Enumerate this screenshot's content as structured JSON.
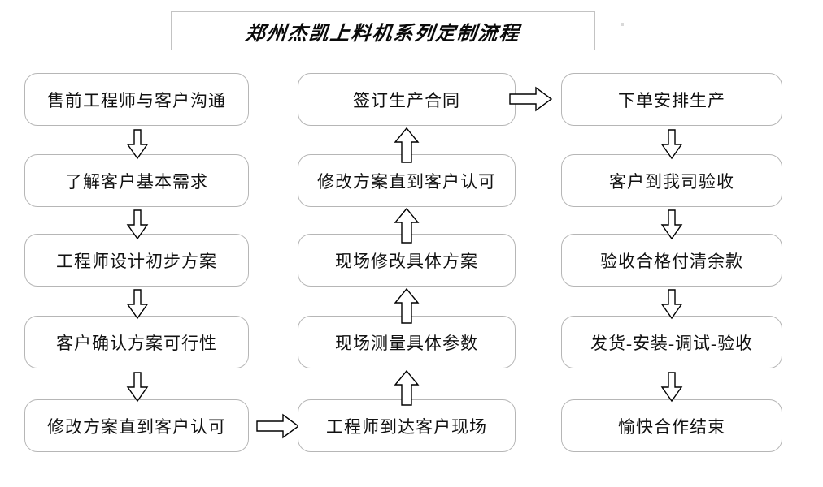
{
  "title": {
    "text": "郑州杰凯上料机系列定制流程"
  },
  "diagram": {
    "type": "flowchart",
    "columns": [
      {
        "id": "column-1",
        "flow_direction": "down",
        "nodes": [
          {
            "id": "n1",
            "label": "售前工程师与客户沟通"
          },
          {
            "id": "n2",
            "label": "了解客户基本需求"
          },
          {
            "id": "n3",
            "label": "工程师设计初步方案"
          },
          {
            "id": "n4",
            "label": "客户确认方案可行性"
          },
          {
            "id": "n5",
            "label": "修改方案直到客户认可"
          }
        ]
      },
      {
        "id": "column-2",
        "flow_direction": "up",
        "nodes": [
          {
            "id": "n6",
            "label": "签订生产合同"
          },
          {
            "id": "n7",
            "label": "修改方案直到客户认可"
          },
          {
            "id": "n8",
            "label": "现场修改具体方案"
          },
          {
            "id": "n9",
            "label": "现场测量具体参数"
          },
          {
            "id": "n10",
            "label": "工程师到达客户现场"
          }
        ]
      },
      {
        "id": "column-3",
        "flow_direction": "down",
        "nodes": [
          {
            "id": "n11",
            "label": "下单安排生产"
          },
          {
            "id": "n12",
            "label": "客户到我司验收"
          },
          {
            "id": "n13",
            "label": "验收合格付清余款"
          },
          {
            "id": "n14",
            "label": "发货-安装-调试-验收"
          },
          {
            "id": "n15",
            "label": "愉快合作结束"
          }
        ]
      }
    ],
    "connectors": [
      {
        "id": "c1",
        "from": "n1",
        "to": "n2",
        "direction": "down"
      },
      {
        "id": "c2",
        "from": "n2",
        "to": "n3",
        "direction": "down"
      },
      {
        "id": "c3",
        "from": "n3",
        "to": "n4",
        "direction": "down"
      },
      {
        "id": "c4",
        "from": "n4",
        "to": "n5",
        "direction": "down"
      },
      {
        "id": "c5",
        "from": "n5",
        "to": "n10",
        "direction": "right"
      },
      {
        "id": "c6",
        "from": "n10",
        "to": "n9",
        "direction": "up"
      },
      {
        "id": "c7",
        "from": "n9",
        "to": "n8",
        "direction": "up"
      },
      {
        "id": "c8",
        "from": "n8",
        "to": "n7",
        "direction": "up"
      },
      {
        "id": "c9",
        "from": "n7",
        "to": "n6",
        "direction": "up"
      },
      {
        "id": "c10",
        "from": "n6",
        "to": "n11",
        "direction": "right"
      },
      {
        "id": "c11",
        "from": "n11",
        "to": "n12",
        "direction": "down"
      },
      {
        "id": "c12",
        "from": "n12",
        "to": "n13",
        "direction": "down"
      },
      {
        "id": "c13",
        "from": "n13",
        "to": "n14",
        "direction": "down"
      },
      {
        "id": "c14",
        "from": "n14",
        "to": "n15",
        "direction": "down"
      }
    ]
  },
  "colors": {
    "box_border": "#b6b6b6",
    "title_border": "#c3c3c3",
    "text": "#111111",
    "arrow_stroke": "#000000",
    "background": "#ffffff"
  }
}
